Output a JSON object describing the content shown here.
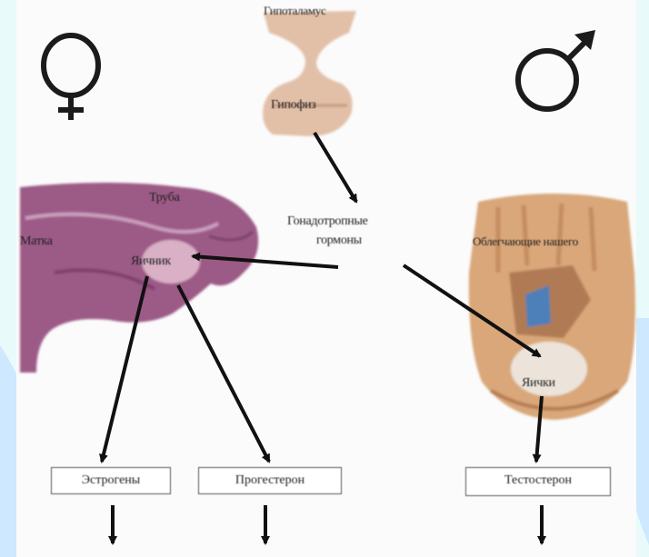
{
  "labels": {
    "top_text": "Гипоталамус",
    "pituitary": "Гипофиз",
    "gonadotropic_line1": "Гонадотропные",
    "gonadotropic_line2": "гормоны",
    "tube": "Труба",
    "uterus": "Матка",
    "ovary": "Яичник",
    "appendage": "Облегчающие нашего",
    "testis": "Яички"
  },
  "hormones": {
    "estrogens": "Эстрогены",
    "progesterone": "Прогестерон",
    "testosterone": "Тестостерон"
  },
  "colors": {
    "female_organ": "#9c5a86",
    "male_organ": "#d9a779",
    "pituitary": "#e2c0a8",
    "background": "#e8fbfa"
  }
}
